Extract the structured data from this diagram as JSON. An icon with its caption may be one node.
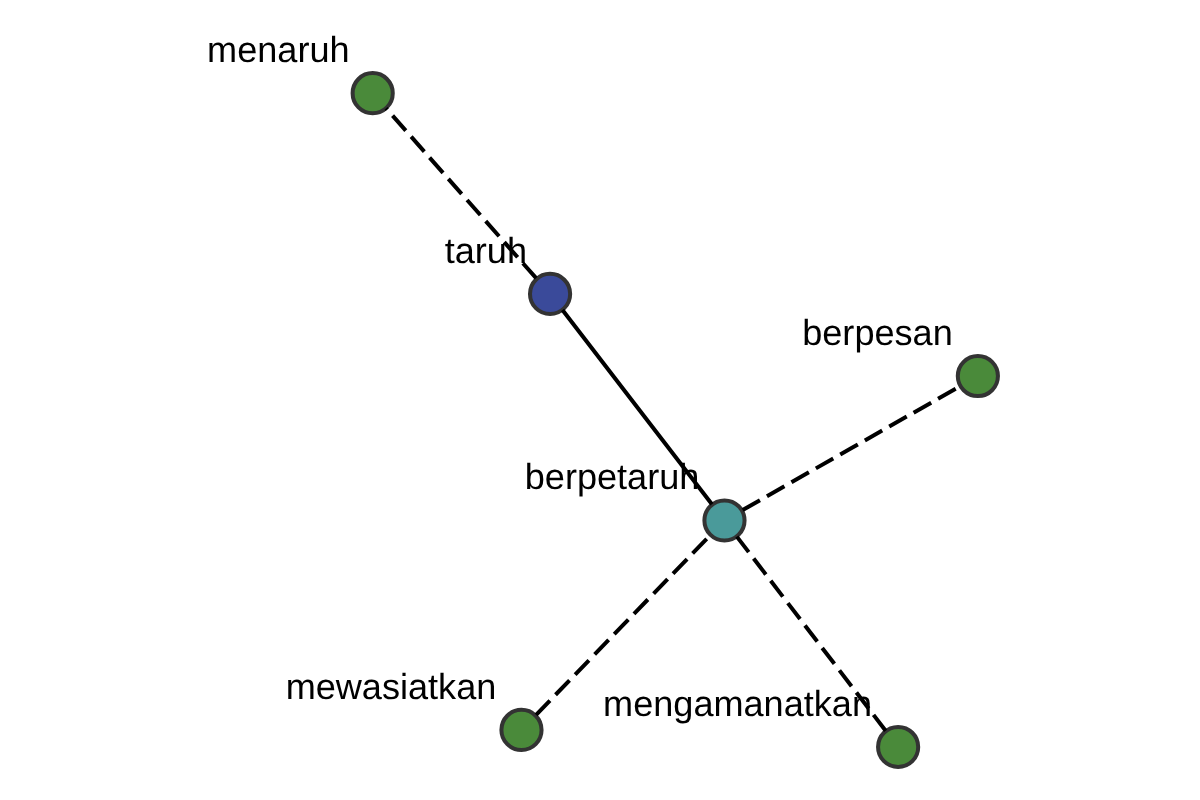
{
  "diagram": {
    "nodes": [
      {
        "text": [
          "mewasiatkan"
        ]
      },
      {
        "text": [
          "berpetaruh"
        ]
      },
      {
        "text": [
          "mengamanatkan"
        ]
      },
      {
        "text": [
          "berpesan"
        ]
      },
      {
        "text": [
          "taruh"
        ]
      },
      {
        "text": [
          "menaruh"
        ]
      }
    ],
    "edges": [
      {
        "from": 0,
        "to": 1,
        "arrow": "none",
        "style": "dashed"
      },
      {
        "from": 2,
        "to": 1,
        "arrow": "none",
        "style": "dashed"
      },
      {
        "from": 1,
        "to": 3,
        "arrow": "none",
        "style": "dashed"
      },
      {
        "from": 1,
        "to": 4,
        "arrow": "none"
      },
      {
        "from": 4,
        "to": 5,
        "arrow": "none",
        "style": "dashed"
      }
    ]
  }
}
